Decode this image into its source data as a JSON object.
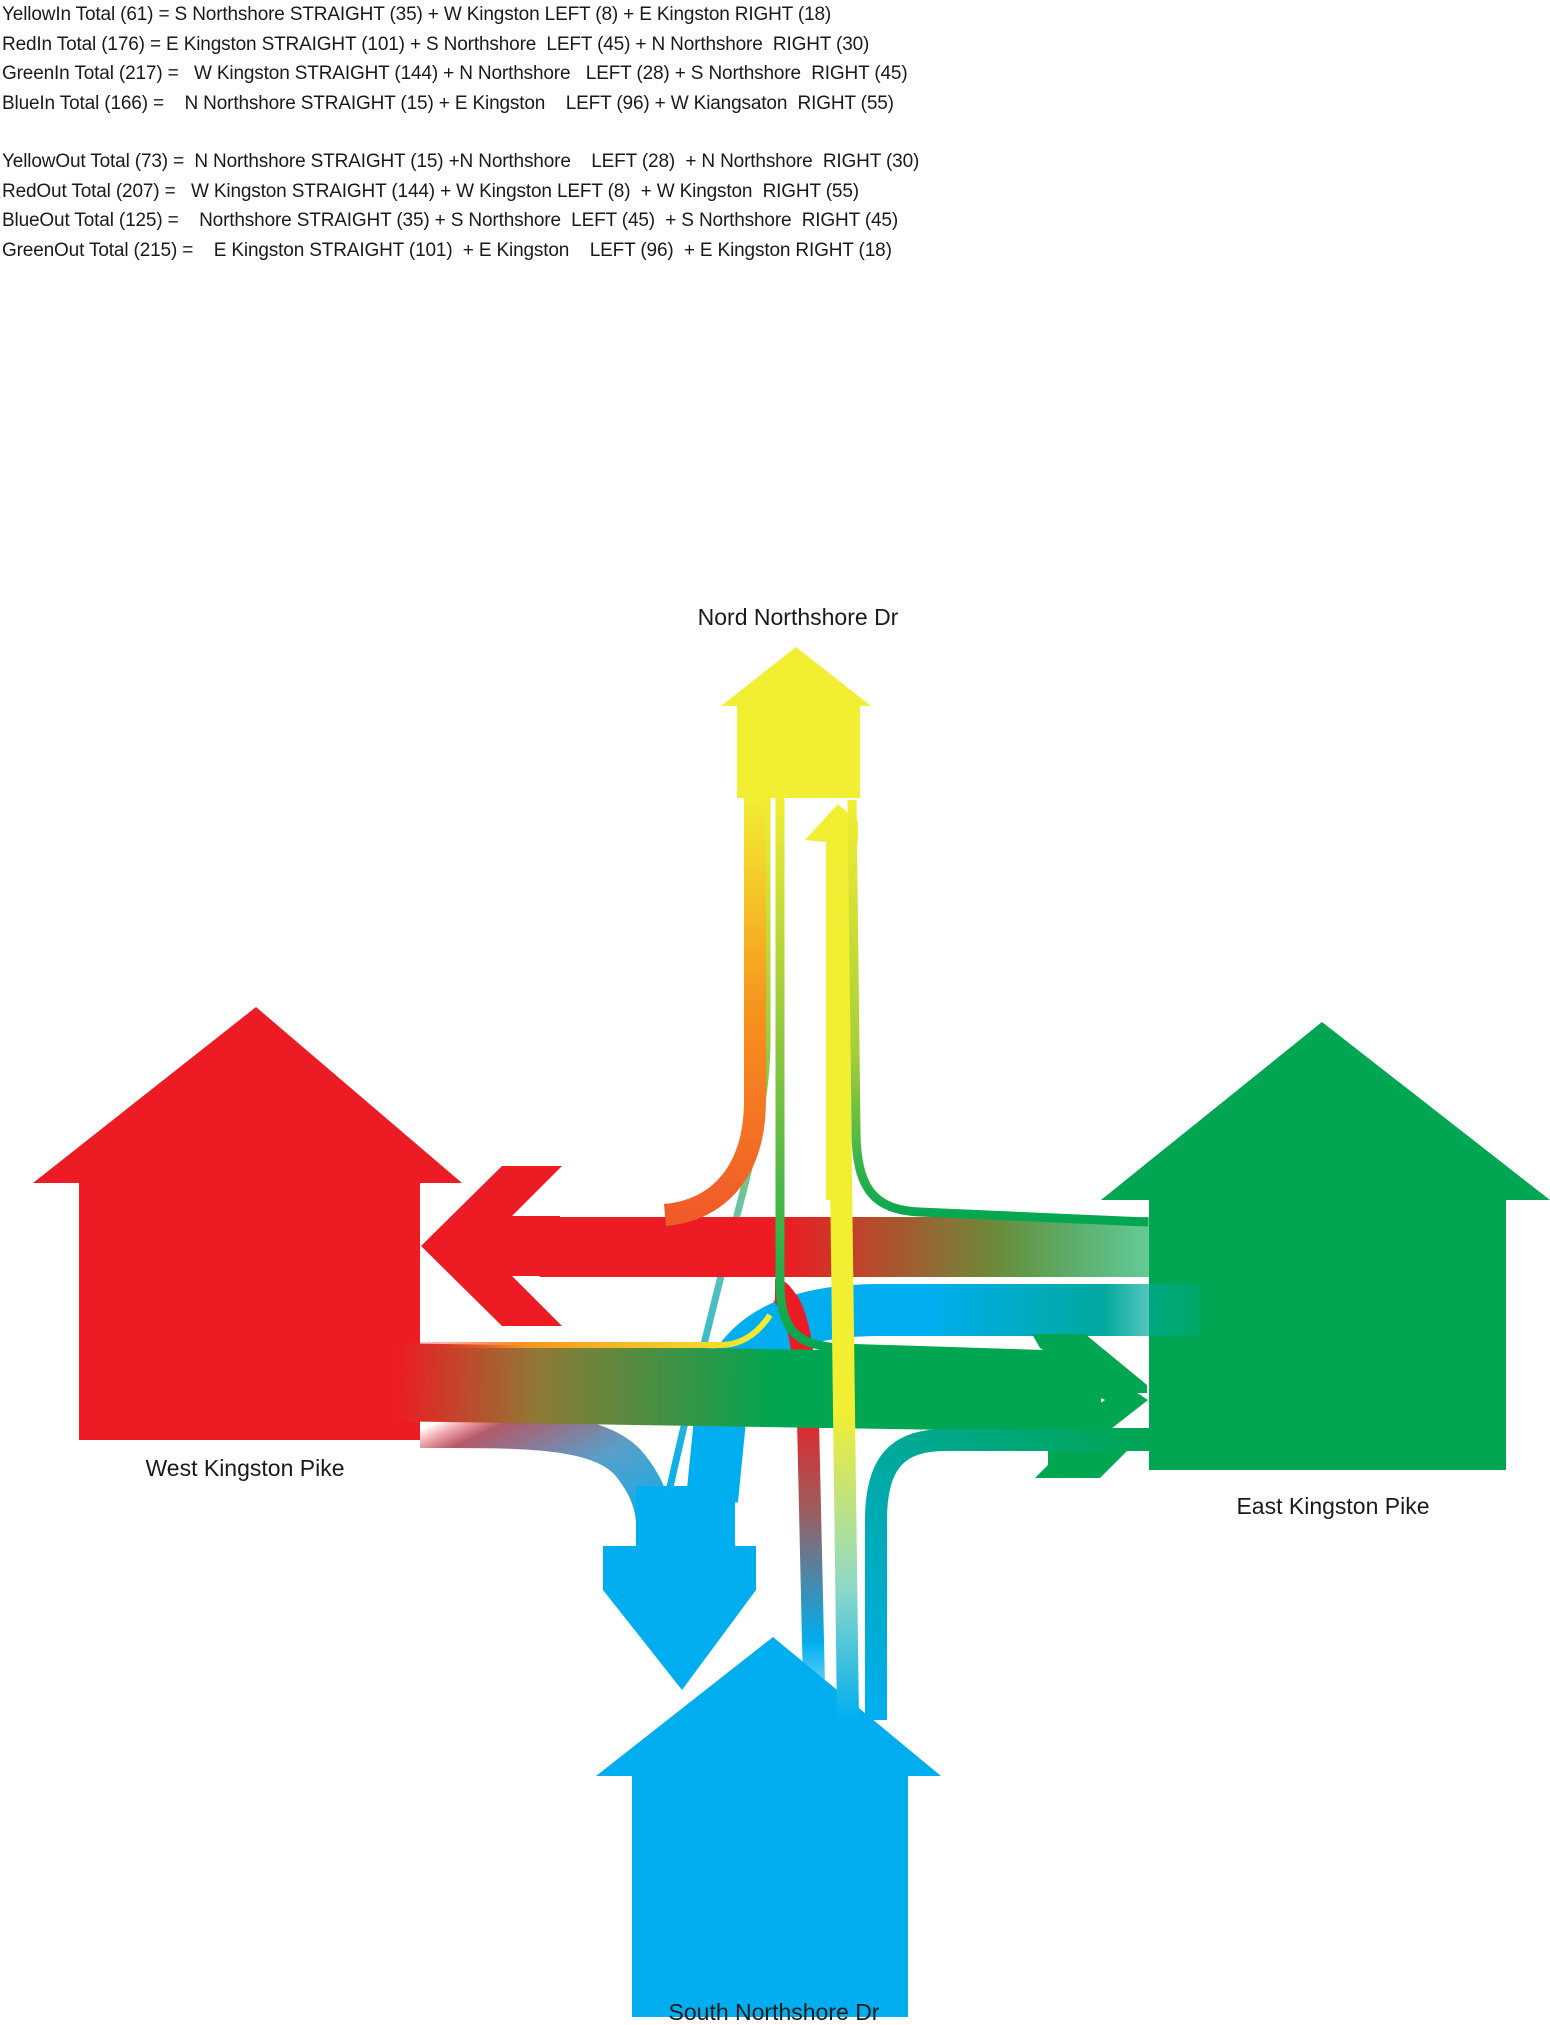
{
  "formulas": {
    "in": [
      "YellowIn Total (61) = S Northshore STRAIGHT (35) + W Kingston LEFT (8) + E Kingston RIGHT (18)",
      "RedIn Total (176) = E Kingston STRAIGHT (101) + S Northshore  LEFT (45) + N Northshore  RIGHT (30)",
      "GreenIn Total (217) =   W Kingston STRAIGHT (144) + N Northshore   LEFT (28) + S Northshore  RIGHT (45)",
      "BlueIn Total (166) =    N Northshore STRAIGHT (15) + E Kingston    LEFT (96) + W Kiangsaton  RIGHT (55)"
    ],
    "out": [
      "YellowOut Total (73) =  N Northshore STRAIGHT (15) +N Northshore    LEFT (28)  + N Northshore  RIGHT (30)",
      "RedOut Total (207) =   W Kingston STRAIGHT (144) + W Kingston LEFT (8)  + W Kingston  RIGHT (55)",
      "BlueOut Total (125) =    Northshore STRAIGHT (35) + S Northshore  LEFT (45)  + S Northshore  RIGHT (45)",
      "GreenOut Total (215) =    E Kingston STRAIGHT (101)  + E Kingston    LEFT (96)  + E Kingston RIGHT (18)"
    ]
  },
  "labels": {
    "north": "Nord Northshore Dr",
    "west": "West Kingston Pike",
    "east": "East Kingston Pike",
    "south": "South Northshore Dr"
  },
  "colors": {
    "north": "#f2ee32",
    "west": "#ed1c24",
    "east": "#00a651",
    "south": "#00aeef",
    "orange": "#f7941d",
    "teal": "#00a99d"
  }
}
